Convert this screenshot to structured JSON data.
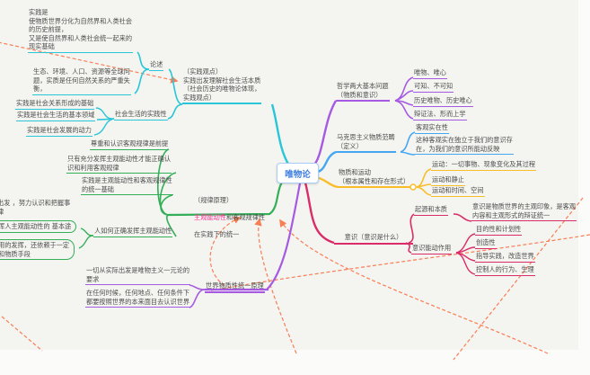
{
  "root": {
    "label": "唯物论"
  },
  "colors": {
    "canvas": "#f4f4f1",
    "practice_branch": "#29c6d8",
    "philosophy_branch": "#a55ae1",
    "matter_branch": "#45a7f2",
    "motion_branch": "#f9bd2a",
    "consciousness_branch": "#da2c68",
    "law_branch": "#33af58",
    "world_branch": "#a55ae1",
    "relation_dashed": "#f97e54",
    "highlight_text": "#ff2f92",
    "root_text": "#3b7de0"
  },
  "branches": {
    "practice": {
      "main": "（实践观点）\n实践出发理解社会生活本质\n（社会历史的唯物论体现，\n实践观点）",
      "discuss": "论述",
      "premise": "实践是\n使物质世界分化为自然界和人类社会\n的历史前提，\n又是使自然界和人类社会统一起来的\n现实基础",
      "eco": "生态、环境、人口、资源等全球问\n题，实质是任何自然关系的严重失\n衡，",
      "social_practice": "社会生活的实践性",
      "children": [
        "实践是社会关系形成的基础",
        "实践是社会生活的基本领域",
        "实践是社会发展的动力"
      ]
    },
    "philosophy": {
      "main": "哲学两大基本问题\n（物质和意识）",
      "children": [
        "唯物、唯心",
        "可知、不可知",
        "历史唯物、历史唯心",
        "辩证法、形而上学"
      ]
    },
    "matter": {
      "main": "马克思主义物质范畴\n（定义）",
      "children": [
        "客观实在性",
        "这种客观实在独立于我们的意识存\n在，为我们的意识所能动反映"
      ]
    },
    "motion": {
      "main": "物质和运动\n（根本属性和存在形式）",
      "children": [
        "运动：一切事物、现象变化及其过程",
        "运动和静止",
        "运动和时间、空间"
      ]
    },
    "consciousness": {
      "main": "意识（意识是什么）",
      "origin": "起源和本质",
      "origin_detail": "意识是物质世界的主观印象，是客观\n内容和主观形式的辩证统一",
      "role": "意识能动作用",
      "role_children": [
        "目的性和计划性",
        "创造性",
        "指导实践，改造世界",
        "控制人的行为、生理"
      ]
    },
    "law": {
      "prefix": "（规律原理）",
      "highlight": "主观能动性",
      "rest": "和客观规律性",
      "rest2": "在实践下的统一",
      "children": [
        "尊重和认识客观规律是前提",
        "只有充分发挥主观能动性才能正确认\n识和利用客观规律",
        "实践是主观能动性和客观规律性\n的统一基础"
      ],
      "cutoff": "出发 ，努力认识和把握事\n律",
      "how": "人如何正确发挥主观能动性",
      "how_children": [
        "挥人主观能动性的 基本途",
        "用的发挥，还依赖于一定\n和物质手段"
      ]
    },
    "world": {
      "main": "世界物质性统一原理",
      "children": [
        "一切从实际出发是唯物主义一元论的\n要求",
        "在任何时候，任何地点、任何条件下\n都要按照世界的本来面目去认识世界"
      ]
    }
  }
}
